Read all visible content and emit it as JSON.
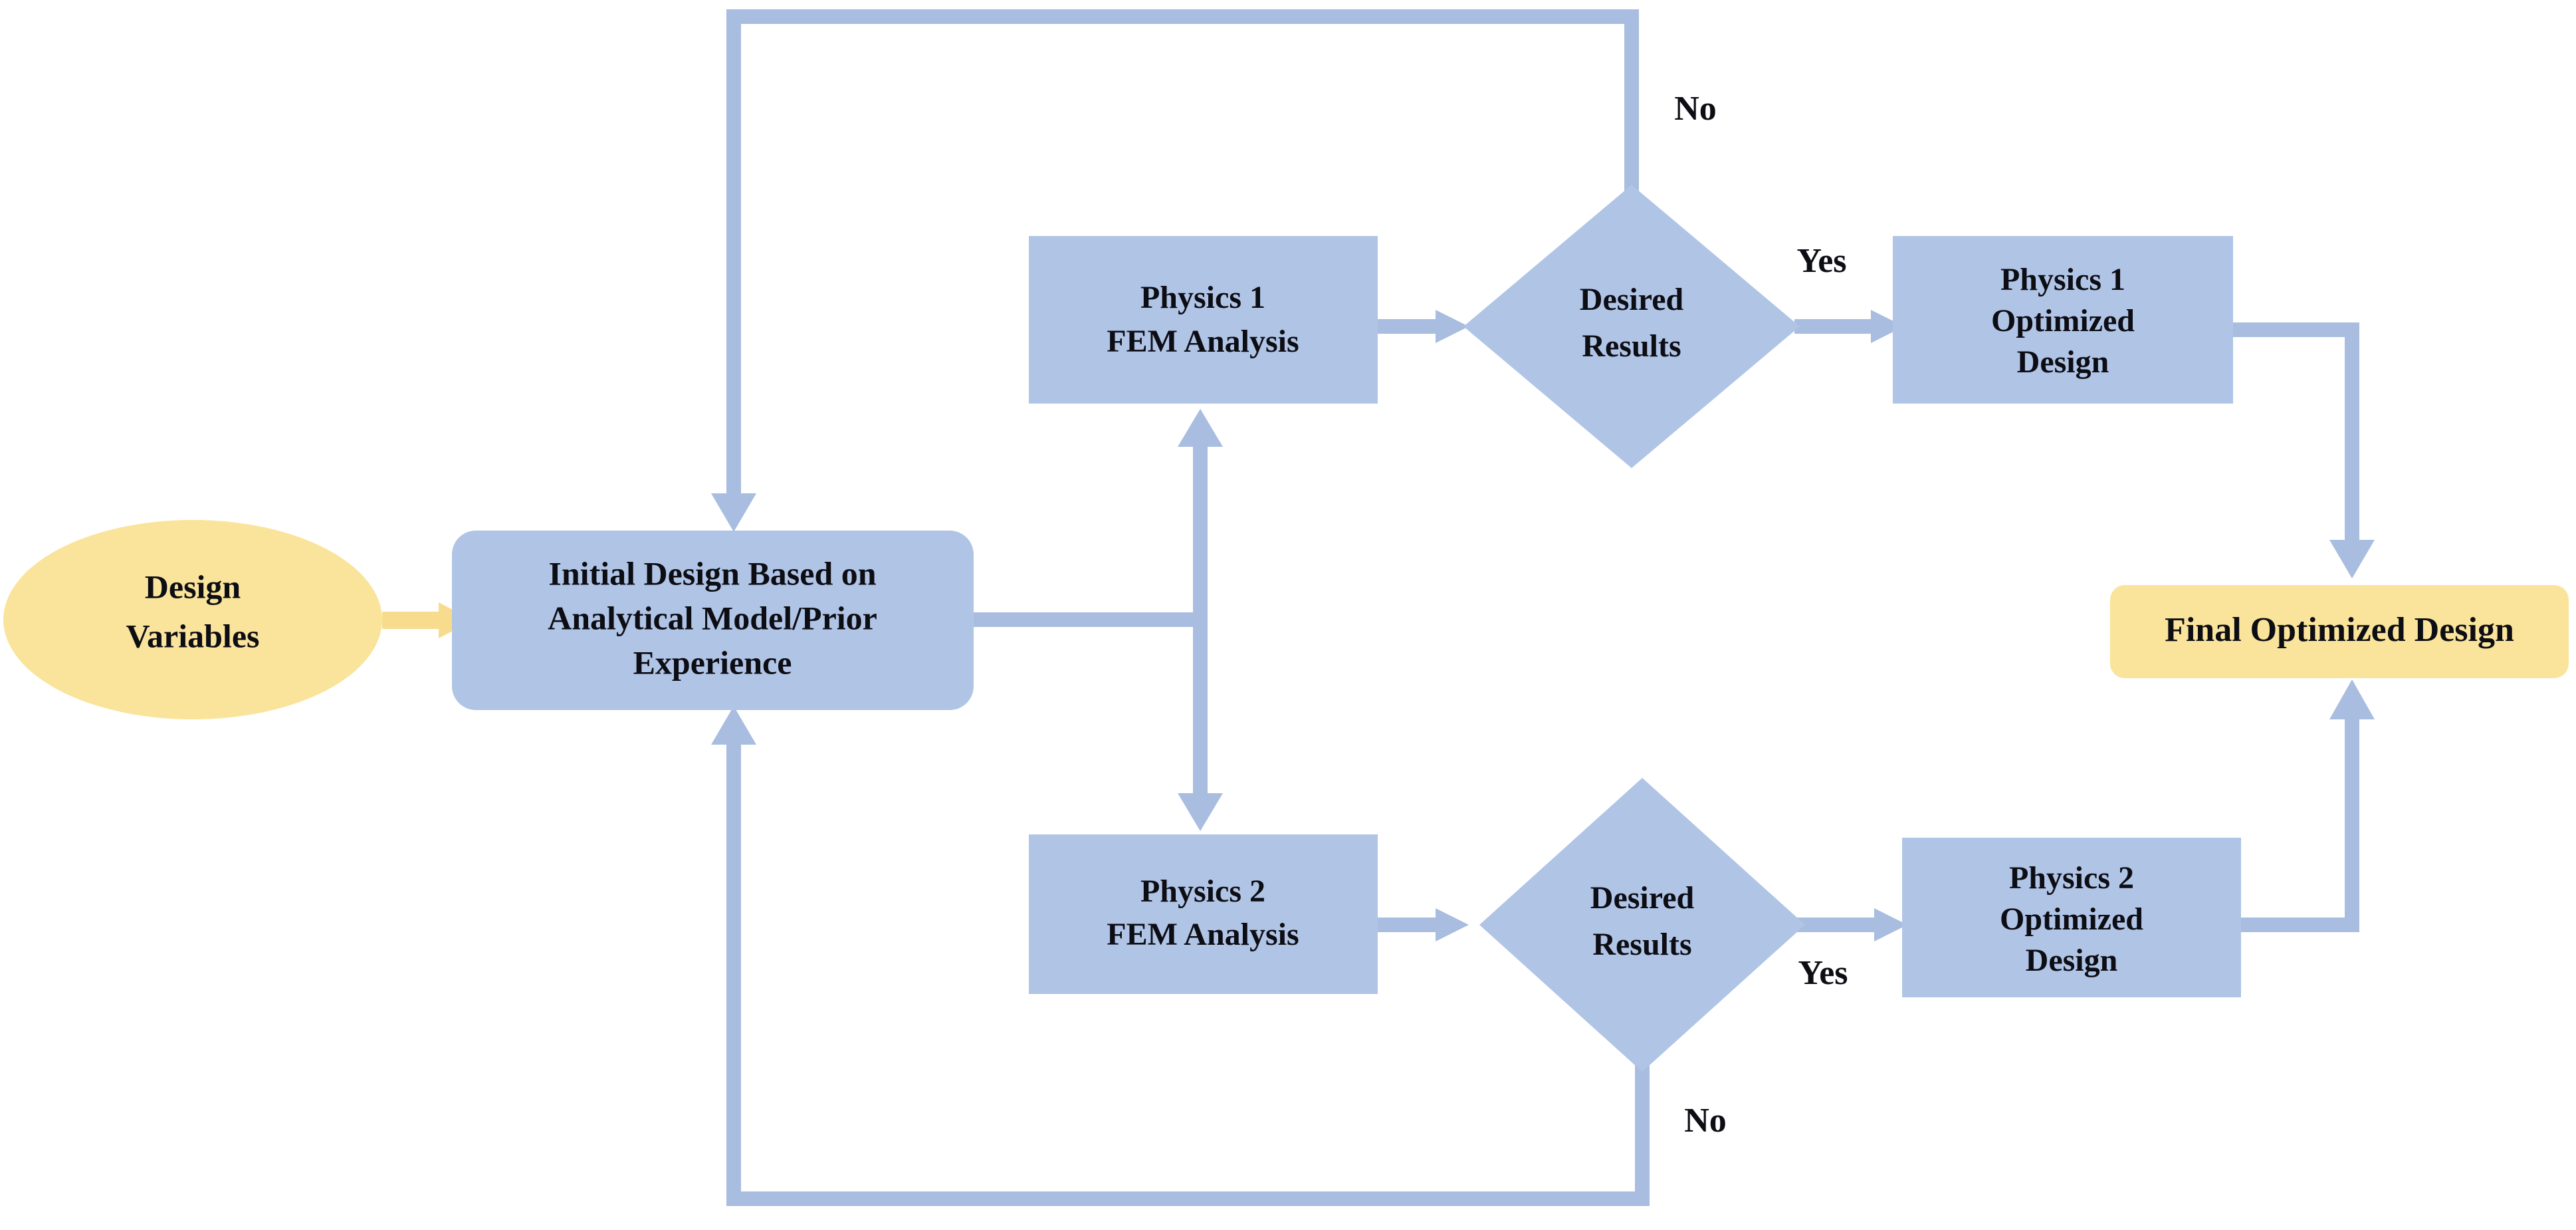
{
  "diagram": {
    "title": "Multiphysics Design Optimization Flowchart",
    "colors": {
      "node_blue_fill": "#B0C4E6",
      "node_yellow_fill": "#FAE49B",
      "connector_blue": "#A8BDDF",
      "connector_yellow": "#F7DC8E",
      "text": "#0D0D14",
      "background": "#FFFFFF"
    },
    "nodes": [
      {
        "id": "design-variables",
        "shape": "ellipse",
        "fill": "#FAE49B",
        "lines": [
          "Design",
          "Variables"
        ]
      },
      {
        "id": "initial-design",
        "shape": "rounded-rectangle",
        "fill": "#B0C4E6",
        "lines": [
          "Initial Design Based on",
          "Analytical Model/Prior",
          "Experience"
        ]
      },
      {
        "id": "physics-1-fem",
        "shape": "rectangle",
        "fill": "#B0C4E6",
        "lines": [
          "Physics 1",
          "FEM Analysis"
        ]
      },
      {
        "id": "physics-1-decision",
        "shape": "diamond",
        "fill": "#B0C4E6",
        "lines": [
          "Desired",
          "Results"
        ]
      },
      {
        "id": "physics-1-optimized",
        "shape": "rectangle",
        "fill": "#B0C4E6",
        "lines": [
          "Physics 1",
          "Optimized",
          "Design"
        ]
      },
      {
        "id": "physics-2-fem",
        "shape": "rectangle",
        "fill": "#B0C4E6",
        "lines": [
          "Physics 2",
          "FEM Analysis"
        ]
      },
      {
        "id": "physics-2-decision",
        "shape": "diamond",
        "fill": "#B0C4E6",
        "lines": [
          "Desired",
          "Results"
        ]
      },
      {
        "id": "physics-2-optimized",
        "shape": "rectangle",
        "fill": "#B0C4E6",
        "lines": [
          "Physics 2",
          "Optimized",
          "Design"
        ]
      },
      {
        "id": "final-optimized-design",
        "shape": "rounded-rectangle",
        "fill": "#FAE49B",
        "lines": [
          "Final Optimized Design"
        ]
      }
    ],
    "node_text": {
      "design_variables_l1": "Design",
      "design_variables_l2": "Variables",
      "initial_design_l1": "Initial Design Based on",
      "initial_design_l2": "Analytical Model/Prior",
      "initial_design_l3": "Experience",
      "physics1_fem_l1": "Physics 1",
      "physics1_fem_l2": "FEM Analysis",
      "physics1_decision_l1": "Desired",
      "physics1_decision_l2": "Results",
      "physics1_opt_l1": "Physics 1",
      "physics1_opt_l2": "Optimized",
      "physics1_opt_l3": "Design",
      "physics2_fem_l1": "Physics 2",
      "physics2_fem_l2": "FEM Analysis",
      "physics2_decision_l1": "Desired",
      "physics2_decision_l2": "Results",
      "physics2_opt_l1": "Physics 2",
      "physics2_opt_l2": "Optimized",
      "physics2_opt_l3": "Design",
      "final_design": "Final Optimized Design"
    },
    "edge_labels": {
      "physics1_no": "No",
      "physics1_yes": "Yes",
      "physics2_yes": "Yes",
      "physics2_no": "No"
    },
    "edges": [
      {
        "id": "dv-to-initial",
        "from": "design-variables",
        "to": "initial-design",
        "label": "",
        "color": "#F7DC8E"
      },
      {
        "id": "initial-to-p1fem",
        "from": "initial-design",
        "to": "physics-1-fem",
        "label": "",
        "color": "#A8BDDF"
      },
      {
        "id": "initial-to-p2fem",
        "from": "initial-design",
        "to": "physics-2-fem",
        "label": "",
        "color": "#A8BDDF"
      },
      {
        "id": "p1fem-to-p1dec",
        "from": "physics-1-fem",
        "to": "physics-1-decision",
        "label": "",
        "color": "#A8BDDF"
      },
      {
        "id": "p1dec-yes-to-p1opt",
        "from": "physics-1-decision",
        "to": "physics-1-optimized",
        "label": "Yes",
        "color": "#A8BDDF"
      },
      {
        "id": "p1dec-no-to-initial",
        "from": "physics-1-decision",
        "to": "initial-design",
        "label": "No",
        "color": "#A8BDDF"
      },
      {
        "id": "p1opt-to-final",
        "from": "physics-1-optimized",
        "to": "final-optimized-design",
        "label": "",
        "color": "#A8BDDF"
      },
      {
        "id": "p2fem-to-p2dec",
        "from": "physics-2-fem",
        "to": "physics-2-decision",
        "label": "",
        "color": "#A8BDDF"
      },
      {
        "id": "p2dec-yes-to-p2opt",
        "from": "physics-2-decision",
        "to": "physics-2-optimized",
        "label": "Yes",
        "color": "#A8BDDF"
      },
      {
        "id": "p2dec-no-to-initial",
        "from": "physics-2-decision",
        "to": "initial-design",
        "label": "No",
        "color": "#A8BDDF"
      },
      {
        "id": "p2opt-to-final",
        "from": "physics-2-optimized",
        "to": "final-optimized-design",
        "label": "",
        "color": "#A8BDDF"
      }
    ]
  }
}
